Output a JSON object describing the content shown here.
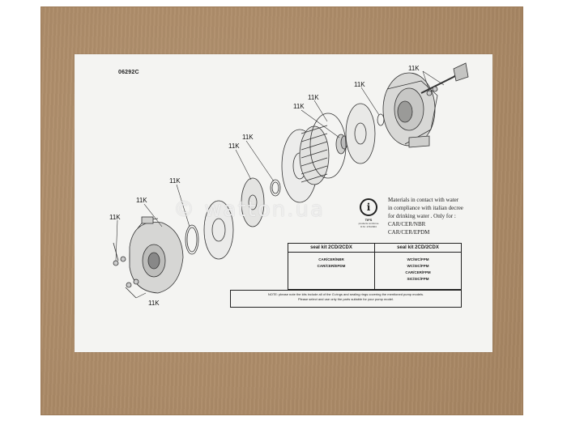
{
  "sheet": {
    "code": "06292C",
    "part_label": "11K"
  },
  "materials": {
    "lines": [
      "Materials in contact with water",
      "in compliance with italian decree",
      "for drinking water . Only for :",
      "CAR/CER/NBR",
      "CAR/CER/EPDM"
    ]
  },
  "logo": {
    "brand": "TIFS",
    "line1": "products conforme",
    "line2": "D.M. 174/2004"
  },
  "kit_table": {
    "left": {
      "heading": "seal kit 2CD/2CDX",
      "items": [
        "CAR/CER/NBR",
        "CAR/CER/EPDM"
      ]
    },
    "right": {
      "heading": "seal kit 2CD/2CDX",
      "items": [
        "WC/WC/FPM",
        "WC/SIC/FPM",
        "CAR/CER/FPM",
        "SIC/SIC/FPM"
      ]
    }
  },
  "note": {
    "line1": "NOTE: please note the kits include all of the O-rings and sealing rings covering the mentioned pump models.",
    "line2": "Please select and use only the parts suitable for your pump model."
  },
  "watermark": "© watton.ua"
}
